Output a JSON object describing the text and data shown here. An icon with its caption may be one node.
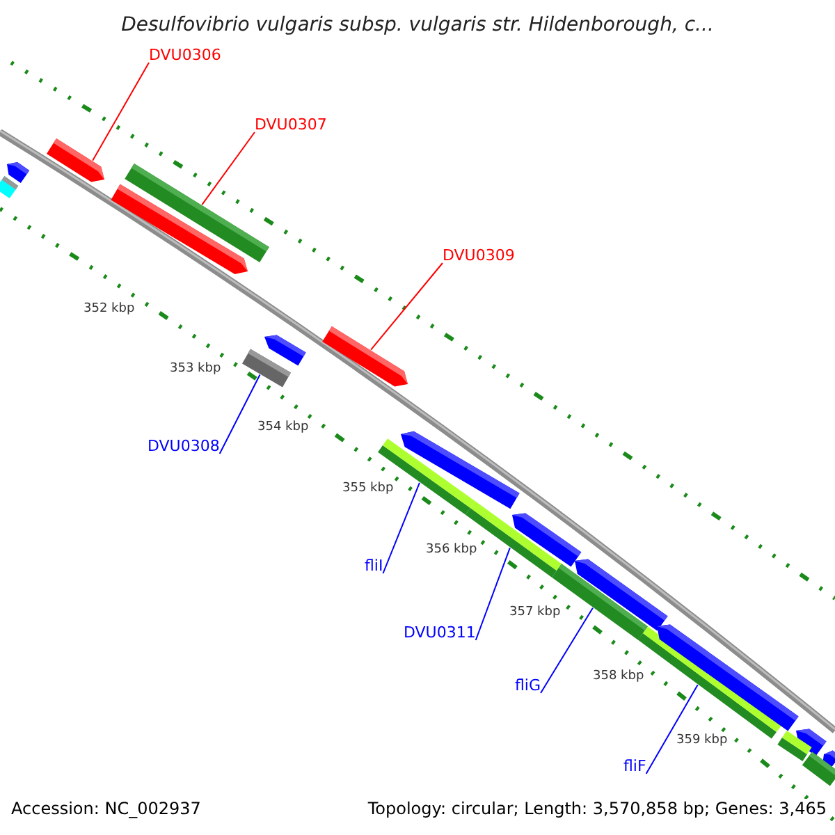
{
  "diagram": {
    "title": "Desulfovibrio vulgaris subsp. vulgaris str. Hildenborough, c...",
    "nodes": [
      {
        "text": [
          "DVU0306"
        ]
      },
      {
        "text": [
          "DVU0307"
        ]
      },
      {
        "text": [
          "DVU0309"
        ]
      },
      {
        "text": [
          "DVU0308"
        ]
      },
      {
        "text": [
          "fliI"
        ]
      },
      {
        "text": [
          "DVU0311"
        ]
      },
      {
        "text": [
          "fliG"
        ]
      },
      {
        "text": [
          "fliF"
        ]
      },
      {
        "text": [],
        "shape": "bar"
      },
      {
        "text": [],
        "shape": "bar"
      },
      {
        "text": [],
        "shape": "bar"
      },
      {
        "text": [],
        "shape": "bar"
      },
      {
        "text": [],
        "shape": "bar"
      },
      {
        "text": [],
        "shape": "bar"
      },
      {
        "text": [],
        "shape": "bar"
      },
      {
        "text": [],
        "shape": "bar"
      },
      {
        "text": [],
        "shape": "bar"
      },
      {
        "text": [],
        "shape": "bar"
      },
      {
        "text": [],
        "shape": "bar"
      },
      {
        "text": [],
        "shape": "bar"
      },
      {
        "text": [],
        "shape": "bar"
      },
      {
        "text": [],
        "shape": "bar"
      },
      {
        "text": [],
        "shape": "bar"
      },
      {
        "text": [],
        "shape": "bar"
      },
      {
        "text": [],
        "shape": "bar"
      },
      {
        "text": [],
        "shape": "bar"
      },
      {
        "text": [],
        "shape": "bar"
      },
      {
        "text": [],
        "shape": "bar"
      }
    ],
    "edges": [
      {
        "from": 0,
        "to": 8,
        "arrow": "none",
        "color": "#ff0000"
      },
      {
        "from": 1,
        "to": 9,
        "arrow": "none",
        "color": "#ff0000"
      },
      {
        "from": 2,
        "to": 10,
        "arrow": "none",
        "color": "#ff0000"
      },
      {
        "from": 3,
        "to": 11,
        "arrow": "none"
      },
      {
        "from": 4,
        "to": 12,
        "arrow": "none"
      },
      {
        "from": 5,
        "to": 13,
        "arrow": "none"
      },
      {
        "from": 6,
        "to": 14,
        "arrow": "none"
      },
      {
        "from": 7,
        "to": 15,
        "arrow": "none"
      }
    ],
    "labels": [
      "352 kbp",
      "353 kbp",
      "354 kbp",
      "355 kbp",
      "356 kbp",
      "357 kbp",
      "358 kbp",
      "359 kbp",
      "Accession: NC_002937",
      "Topology: circular; Length: 3,570,858 bp; Genes: 3,465"
    ]
  }
}
